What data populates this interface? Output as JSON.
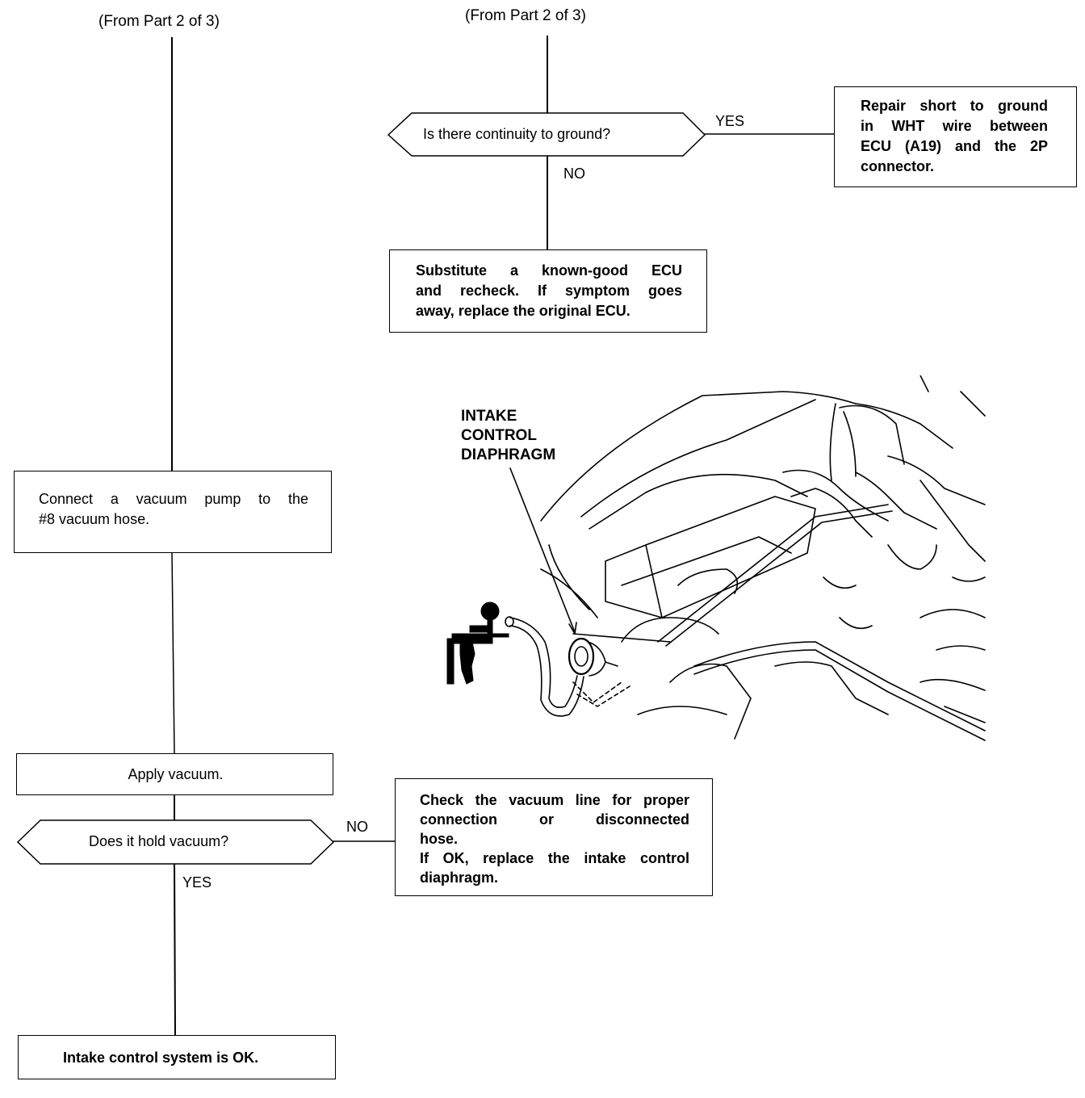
{
  "left_column": {
    "from_label": "(From Part 2 of 3)",
    "vacuum_pump_box": [
      "Connect a vacuum pump to the",
      "#8 vacuum hose."
    ],
    "apply_vacuum_box": "Apply vacuum.",
    "hold_vacuum_question": "Does it hold vacuum?",
    "yes_label": "YES",
    "no_label": "NO",
    "ok_box": "Intake control system is OK."
  },
  "right_column": {
    "from_label": "(From Part 2 of 3)",
    "continuity_question": "Is there continuity to ground?",
    "yes_label": "YES",
    "no_label": "NO",
    "repair_box": [
      "Repair short to ground",
      "in WHT wire between",
      "ECU (A19) and the 2P",
      "connector."
    ],
    "substitute_box": [
      "Substitute a known-good ECU",
      "and recheck. If symptom goes",
      "away, replace the original ECU."
    ],
    "check_line_box": [
      "Check the vacuum line for proper",
      "connection or disconnected",
      "hose.",
      "If OK, replace the intake control",
      "diaphragm."
    ]
  },
  "illustration": {
    "callout": [
      "INTAKE",
      "CONTROL",
      "DIAPHRAGM"
    ]
  }
}
